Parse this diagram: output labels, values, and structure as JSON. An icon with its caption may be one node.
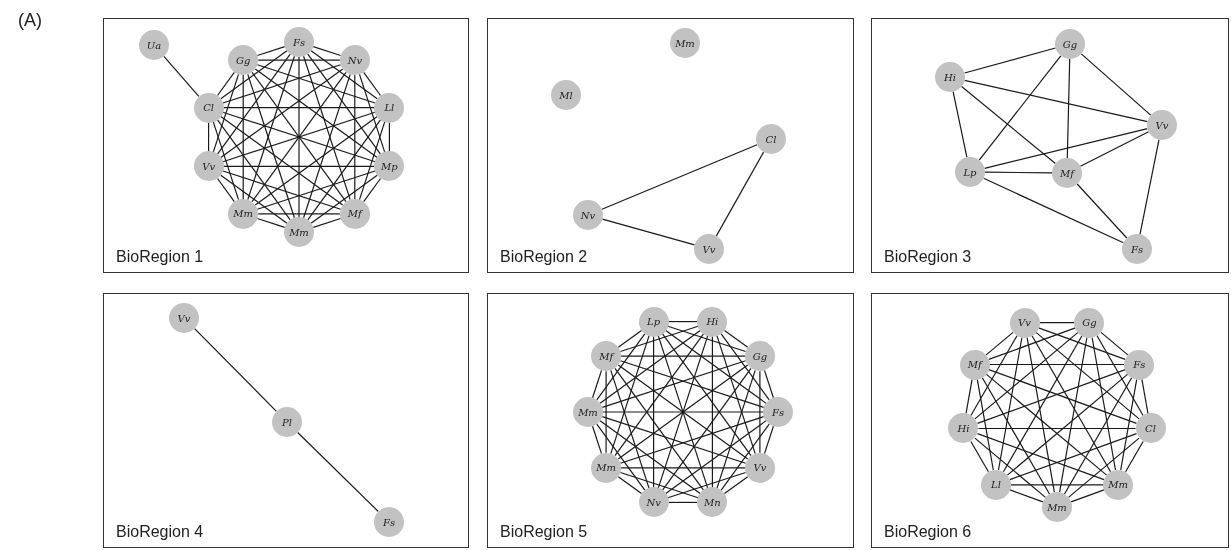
{
  "diagram": {
    "nodes": [
      {
        "text": [
          "BioRegion 1"
        ]
      },
      {
        "text": [
          "Ua"
        ],
        "in": 0
      },
      {
        "text": [
          "Fs"
        ],
        "in": 0
      },
      {
        "text": [
          "Nv"
        ],
        "in": 0
      },
      {
        "text": [
          "Gg"
        ],
        "in": 0
      },
      {
        "text": [
          "Cl"
        ],
        "in": 0
      },
      {
        "text": [
          "Mm"
        ],
        "in": 0
      },
      {
        "text": [
          "Vv"
        ],
        "in": 0
      },
      {
        "text": [
          "Ll"
        ],
        "in": 0
      },
      {
        "text": [
          "Mm"
        ],
        "in": 0
      },
      {
        "text": [
          "Mp"
        ],
        "in": 0
      },
      {
        "text": [
          "Mf"
        ],
        "in": 0
      },
      {
        "text": [
          "BioRegion 2"
        ]
      },
      {
        "text": [
          "Mm"
        ],
        "in": 12
      },
      {
        "text": [
          "Ml"
        ],
        "in": 12
      },
      {
        "text": [
          "Cl"
        ],
        "in": 12
      },
      {
        "text": [
          "Nv"
        ],
        "in": 12
      },
      {
        "text": [
          "Vv"
        ],
        "in": 12
      },
      {
        "text": [
          "BioRegion 3"
        ]
      },
      {
        "text": [
          "Gg"
        ],
        "in": 18
      },
      {
        "text": [
          "Hi"
        ],
        "in": 18
      },
      {
        "text": [
          "Vv"
        ],
        "in": 18
      },
      {
        "text": [
          "Mf"
        ],
        "in": 18
      },
      {
        "text": [
          "Lp"
        ],
        "in": 18
      },
      {
        "text": [
          "Fs"
        ],
        "in": 18
      },
      {
        "text": [
          "BioRegion 4"
        ]
      },
      {
        "text": [
          "Vv"
        ],
        "in": 25
      },
      {
        "text": [
          "Pl"
        ],
        "in": 25
      },
      {
        "text": [
          "Fs"
        ],
        "in": 25
      },
      {
        "text": [
          "BioRegion 5"
        ]
      },
      {
        "text": [
          "Lp"
        ],
        "in": 29
      },
      {
        "text": [
          "Hi"
        ],
        "in": 29
      },
      {
        "text": [
          "Mm"
        ],
        "in": 29
      },
      {
        "text": [
          "Mf"
        ],
        "in": 29
      },
      {
        "text": [
          "Gg"
        ],
        "in": 29
      },
      {
        "text": [
          "Fs"
        ],
        "in": 29
      },
      {
        "text": [
          "Mm"
        ],
        "in": 29
      },
      {
        "text": [
          "Nv"
        ],
        "in": 29
      },
      {
        "text": [
          "Vv"
        ],
        "in": 29
      },
      {
        "text": [
          "Mn"
        ],
        "in": 29
      },
      {
        "text": [
          "BioRegion 6"
        ]
      },
      {
        "text": [
          "Vv"
        ],
        "in": 40
      },
      {
        "text": [
          "Gg"
        ],
        "in": 40
      },
      {
        "text": [
          "Hi"
        ],
        "in": 40
      },
      {
        "text": [
          "Fs"
        ],
        "in": 40
      },
      {
        "text": [
          "Mf"
        ],
        "in": 40
      },
      {
        "text": [
          "Cl"
        ],
        "in": 40
      },
      {
        "text": [
          "Ll"
        ],
        "in": 40
      },
      {
        "text": [
          "Mm"
        ],
        "in": 40
      },
      {
        "text": [
          "Mm"
        ],
        "in": 40
      }
    ],
    "edges": [
      {
        "from": 1,
        "to": 5,
        "arrow": "none"
      },
      {
        "from": 2,
        "to": 3,
        "arrow": "none"
      },
      {
        "from": 2,
        "to": 4,
        "arrow": "none"
      },
      {
        "from": 2,
        "to": 5,
        "arrow": "none"
      },
      {
        "from": 2,
        "to": 6,
        "arrow": "none"
      },
      {
        "from": 2,
        "to": 7,
        "arrow": "none"
      },
      {
        "from": 2,
        "to": 8,
        "arrow": "none"
      },
      {
        "from": 2,
        "to": 9,
        "arrow": "none"
      },
      {
        "from": 2,
        "to": 10,
        "arrow": "none"
      },
      {
        "from": 2,
        "to": 11,
        "arrow": "none"
      },
      {
        "from": 3,
        "to": 4,
        "arrow": "none"
      },
      {
        "from": 3,
        "to": 5,
        "arrow": "none"
      },
      {
        "from": 3,
        "to": 6,
        "arrow": "none"
      },
      {
        "from": 3,
        "to": 7,
        "arrow": "none"
      },
      {
        "from": 3,
        "to": 8,
        "arrow": "none"
      },
      {
        "from": 3,
        "to": 9,
        "arrow": "none"
      },
      {
        "from": 3,
        "to": 10,
        "arrow": "none"
      },
      {
        "from": 3,
        "to": 11,
        "arrow": "none"
      },
      {
        "from": 4,
        "to": 5,
        "arrow": "none"
      },
      {
        "from": 4,
        "to": 6,
        "arrow": "none"
      },
      {
        "from": 4,
        "to": 7,
        "arrow": "none"
      },
      {
        "from": 4,
        "to": 8,
        "arrow": "none"
      },
      {
        "from": 4,
        "to": 9,
        "arrow": "none"
      },
      {
        "from": 4,
        "to": 10,
        "arrow": "none"
      },
      {
        "from": 4,
        "to": 11,
        "arrow": "none"
      },
      {
        "from": 5,
        "to": 6,
        "arrow": "none"
      },
      {
        "from": 5,
        "to": 7,
        "arrow": "none"
      },
      {
        "from": 5,
        "to": 8,
        "arrow": "none"
      },
      {
        "from": 5,
        "to": 9,
        "arrow": "none"
      },
      {
        "from": 5,
        "to": 10,
        "arrow": "none"
      },
      {
        "from": 5,
        "to": 11,
        "arrow": "none"
      },
      {
        "from": 6,
        "to": 7,
        "arrow": "none"
      },
      {
        "from": 6,
        "to": 8,
        "arrow": "none"
      },
      {
        "from": 6,
        "to": 9,
        "arrow": "none"
      },
      {
        "from": 6,
        "to": 10,
        "arrow": "none"
      },
      {
        "from": 6,
        "to": 11,
        "arrow": "none"
      },
      {
        "from": 7,
        "to": 8,
        "arrow": "none"
      },
      {
        "from": 7,
        "to": 9,
        "arrow": "none"
      },
      {
        "from": 7,
        "to": 10,
        "arrow": "none"
      },
      {
        "from": 7,
        "to": 11,
        "arrow": "none"
      },
      {
        "from": 8,
        "to": 9,
        "arrow": "none"
      },
      {
        "from": 8,
        "to": 10,
        "arrow": "none"
      },
      {
        "from": 8,
        "to": 11,
        "arrow": "none"
      },
      {
        "from": 9,
        "to": 10,
        "arrow": "none"
      },
      {
        "from": 9,
        "to": 11,
        "arrow": "none"
      },
      {
        "from": 10,
        "to": 11,
        "arrow": "none"
      },
      {
        "from": 15,
        "to": 16,
        "arrow": "none"
      },
      {
        "from": 16,
        "to": 17,
        "arrow": "none"
      },
      {
        "from": 15,
        "to": 17,
        "arrow": "none"
      },
      {
        "from": 19,
        "to": 20,
        "arrow": "none"
      },
      {
        "from": 19,
        "to": 21,
        "arrow": "none"
      },
      {
        "from": 19,
        "to": 22,
        "arrow": "none"
      },
      {
        "from": 19,
        "to": 23,
        "arrow": "none"
      },
      {
        "from": 20,
        "to": 21,
        "arrow": "none"
      },
      {
        "from": 20,
        "to": 22,
        "arrow": "none"
      },
      {
        "from": 20,
        "to": 23,
        "arrow": "none"
      },
      {
        "from": 21,
        "to": 22,
        "arrow": "none"
      },
      {
        "from": 21,
        "to": 23,
        "arrow": "none"
      },
      {
        "from": 21,
        "to": 24,
        "arrow": "none"
      },
      {
        "from": 22,
        "to": 23,
        "arrow": "none"
      },
      {
        "from": 22,
        "to": 24,
        "arrow": "none"
      },
      {
        "from": 23,
        "to": 24,
        "arrow": "none"
      },
      {
        "from": 26,
        "to": 27,
        "arrow": "none"
      },
      {
        "from": 27,
        "to": 28,
        "arrow": "none"
      },
      {
        "from": 30,
        "to": 31,
        "arrow": "none"
      },
      {
        "from": 30,
        "to": 32,
        "arrow": "none"
      },
      {
        "from": 30,
        "to": 33,
        "arrow": "none"
      },
      {
        "from": 30,
        "to": 34,
        "arrow": "none"
      },
      {
        "from": 30,
        "to": 35,
        "arrow": "none"
      },
      {
        "from": 30,
        "to": 36,
        "arrow": "none"
      },
      {
        "from": 30,
        "to": 37,
        "arrow": "none"
      },
      {
        "from": 30,
        "to": 38,
        "arrow": "none"
      },
      {
        "from": 30,
        "to": 39,
        "arrow": "none"
      },
      {
        "from": 31,
        "to": 32,
        "arrow": "none"
      },
      {
        "from": 31,
        "to": 33,
        "arrow": "none"
      },
      {
        "from": 31,
        "to": 34,
        "arrow": "none"
      },
      {
        "from": 31,
        "to": 35,
        "arrow": "none"
      },
      {
        "from": 31,
        "to": 36,
        "arrow": "none"
      },
      {
        "from": 31,
        "to": 37,
        "arrow": "none"
      },
      {
        "from": 31,
        "to": 38,
        "arrow": "none"
      },
      {
        "from": 31,
        "to": 39,
        "arrow": "none"
      },
      {
        "from": 32,
        "to": 33,
        "arrow": "none"
      },
      {
        "from": 32,
        "to": 34,
        "arrow": "none"
      },
      {
        "from": 32,
        "to": 35,
        "arrow": "none"
      },
      {
        "from": 32,
        "to": 36,
        "arrow": "none"
      },
      {
        "from": 32,
        "to": 37,
        "arrow": "none"
      },
      {
        "from": 32,
        "to": 38,
        "arrow": "none"
      },
      {
        "from": 32,
        "to": 39,
        "arrow": "none"
      },
      {
        "from": 33,
        "to": 34,
        "arrow": "none"
      },
      {
        "from": 33,
        "to": 35,
        "arrow": "none"
      },
      {
        "from": 33,
        "to": 36,
        "arrow": "none"
      },
      {
        "from": 33,
        "to": 37,
        "arrow": "none"
      },
      {
        "from": 33,
        "to": 38,
        "arrow": "none"
      },
      {
        "from": 33,
        "to": 39,
        "arrow": "none"
      },
      {
        "from": 34,
        "to": 35,
        "arrow": "none"
      },
      {
        "from": 34,
        "to": 36,
        "arrow": "none"
      },
      {
        "from": 34,
        "to": 37,
        "arrow": "none"
      },
      {
        "from": 34,
        "to": 38,
        "arrow": "none"
      },
      {
        "from": 34,
        "to": 39,
        "arrow": "none"
      },
      {
        "from": 35,
        "to": 36,
        "arrow": "none"
      },
      {
        "from": 35,
        "to": 37,
        "arrow": "none"
      },
      {
        "from": 35,
        "to": 38,
        "arrow": "none"
      },
      {
        "from": 35,
        "to": 39,
        "arrow": "none"
      },
      {
        "from": 36,
        "to": 37,
        "arrow": "none"
      },
      {
        "from": 36,
        "to": 38,
        "arrow": "none"
      },
      {
        "from": 36,
        "to": 39,
        "arrow": "none"
      },
      {
        "from": 37,
        "to": 38,
        "arrow": "none"
      },
      {
        "from": 37,
        "to": 39,
        "arrow": "none"
      },
      {
        "from": 38,
        "to": 39,
        "arrow": "none"
      },
      {
        "from": 41,
        "to": 42,
        "arrow": "none"
      },
      {
        "from": 41,
        "to": 43,
        "arrow": "none"
      },
      {
        "from": 41,
        "to": 44,
        "arrow": "none"
      },
      {
        "from": 41,
        "to": 45,
        "arrow": "none"
      },
      {
        "from": 41,
        "to": 46,
        "arrow": "none"
      },
      {
        "from": 41,
        "to": 47,
        "arrow": "none"
      },
      {
        "from": 41,
        "to": 48,
        "arrow": "none"
      },
      {
        "from": 41,
        "to": 49,
        "arrow": "none"
      },
      {
        "from": 42,
        "to": 43,
        "arrow": "none"
      },
      {
        "from": 42,
        "to": 44,
        "arrow": "none"
      },
      {
        "from": 42,
        "to": 45,
        "arrow": "none"
      },
      {
        "from": 42,
        "to": 46,
        "arrow": "none"
      },
      {
        "from": 42,
        "to": 47,
        "arrow": "none"
      },
      {
        "from": 42,
        "to": 48,
        "arrow": "none"
      },
      {
        "from": 42,
        "to": 49,
        "arrow": "none"
      },
      {
        "from": 43,
        "to": 44,
        "arrow": "none"
      },
      {
        "from": 43,
        "to": 45,
        "arrow": "none"
      },
      {
        "from": 43,
        "to": 46,
        "arrow": "none"
      },
      {
        "from": 43,
        "to": 47,
        "arrow": "none"
      },
      {
        "from": 43,
        "to": 48,
        "arrow": "none"
      },
      {
        "from": 43,
        "to": 49,
        "arrow": "none"
      },
      {
        "from": 44,
        "to": 45,
        "arrow": "none"
      },
      {
        "from": 44,
        "to": 46,
        "arrow": "none"
      },
      {
        "from": 44,
        "to": 47,
        "arrow": "none"
      },
      {
        "from": 44,
        "to": 48,
        "arrow": "none"
      },
      {
        "from": 44,
        "to": 49,
        "arrow": "none"
      },
      {
        "from": 45,
        "to": 46,
        "arrow": "none"
      },
      {
        "from": 45,
        "to": 47,
        "arrow": "none"
      },
      {
        "from": 45,
        "to": 48,
        "arrow": "none"
      },
      {
        "from": 45,
        "to": 49,
        "arrow": "none"
      },
      {
        "from": 46,
        "to": 47,
        "arrow": "none"
      },
      {
        "from": 46,
        "to": 48,
        "arrow": "none"
      },
      {
        "from": 46,
        "to": 49,
        "arrow": "none"
      },
      {
        "from": 47,
        "to": 48,
        "arrow": "none"
      },
      {
        "from": 47,
        "to": 49,
        "arrow": "none"
      },
      {
        "from": 48,
        "to": 49,
        "arrow": "none"
      }
    ],
    "labels": [
      "(A)"
    ]
  }
}
